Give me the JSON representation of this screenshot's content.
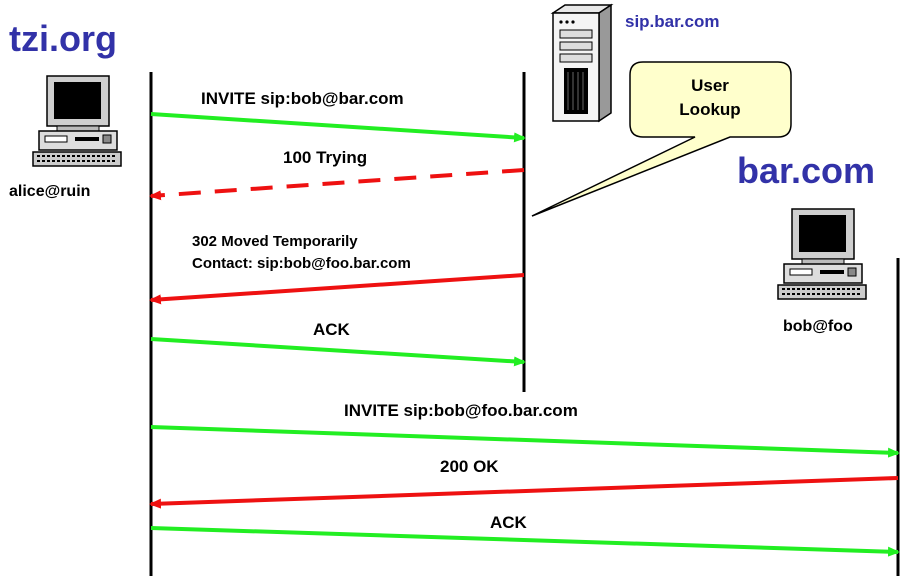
{
  "domains": {
    "left": "tzi.org",
    "proxy": "sip.bar.com",
    "right": "bar.com"
  },
  "endpoints": {
    "alice": "alice@ruin",
    "bob": "bob@foo"
  },
  "bubble": {
    "line1": "User",
    "line2": "Lookup"
  },
  "messages": {
    "invite1": "INVITE sip:bob@bar.com",
    "trying": "100 Trying",
    "moved_line1": "302 Moved Temporarily",
    "moved_line2": "Contact: sip:bob@foo.bar.com",
    "ack1": "ACK",
    "invite2": "INVITE sip:bob@foo.bar.com",
    "ok": "200 OK",
    "ack2": "ACK"
  },
  "colors": {
    "request": "#22ee22",
    "response": "#ee1111",
    "domain_text": "#3232a8",
    "bubble_fill": "#ffffcc"
  }
}
